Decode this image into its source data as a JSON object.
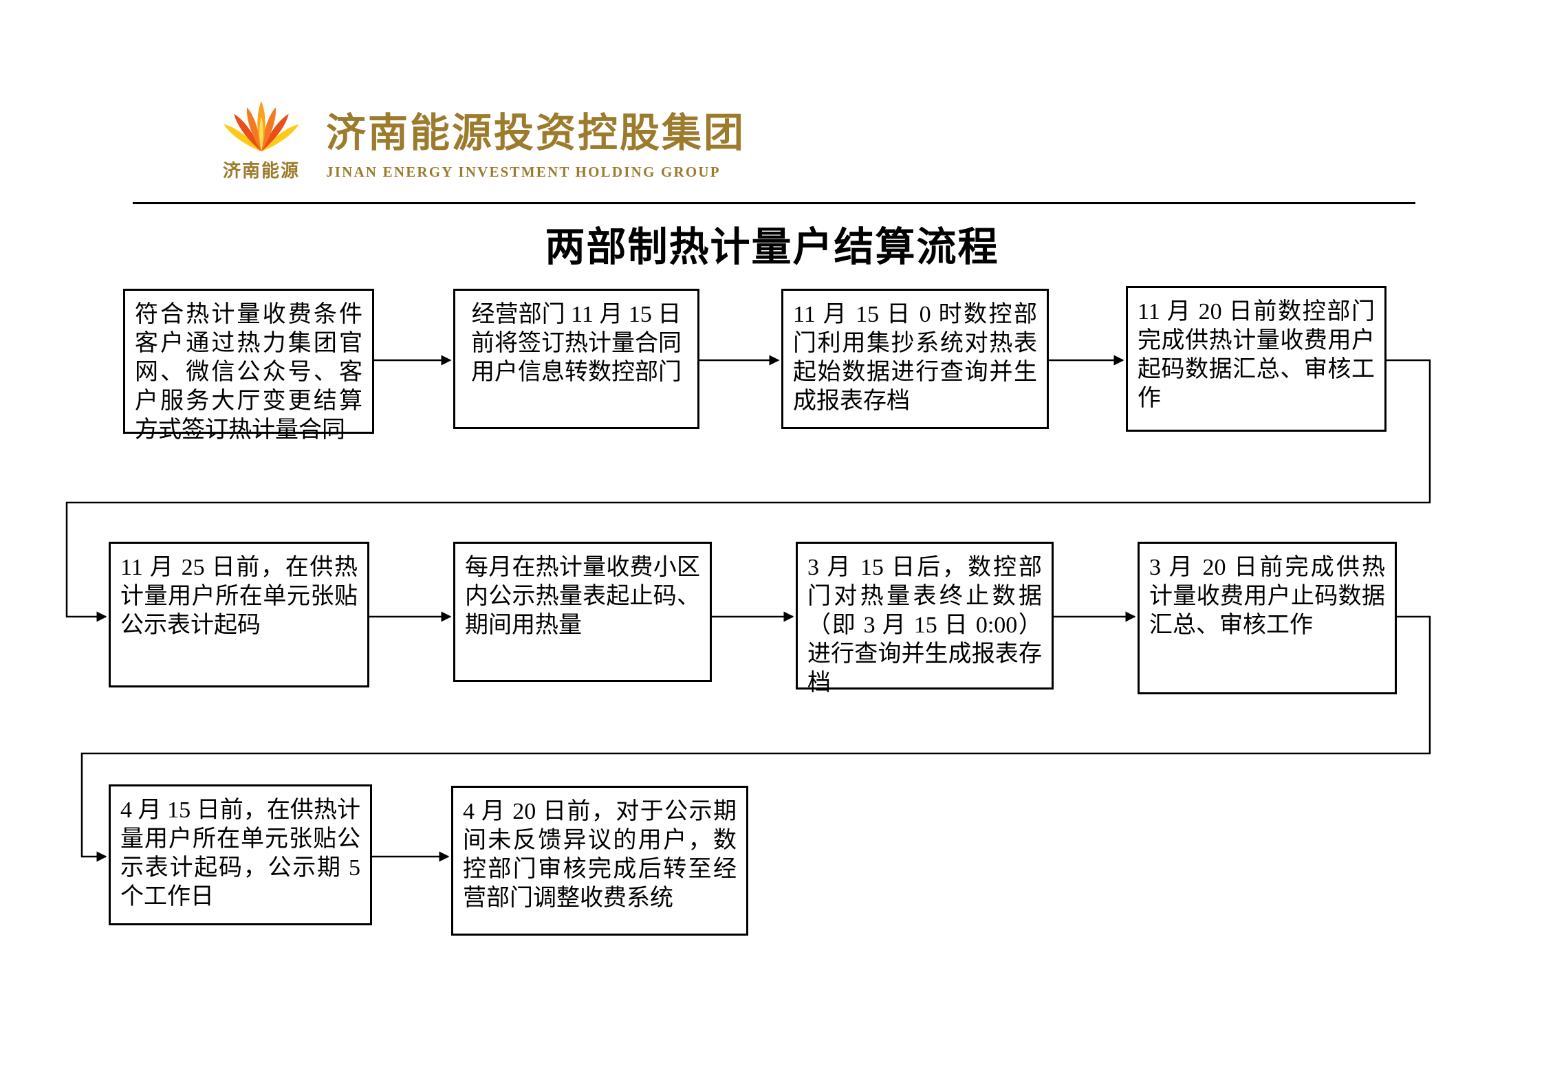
{
  "header": {
    "logo": {
      "icon": "lotus-flower-icon",
      "caption": "济南能源",
      "company_cn": "济南能源投资控股集团",
      "company_en": "JINAN ENERGY INVESTMENT HOLDING GROUP",
      "brand_color": "#9c7b2d"
    }
  },
  "title": "两部制热计量户结算流程",
  "flow": {
    "nodes": [
      {
        "text": "符合热计量收费条件客户通过热力集团官网、微信公众号、客户服务大厅变更结算方式签订热计量合同"
      },
      {
        "text": "经营部门 11 月 15 日前将签订热计量合同用户信息转数控部门"
      },
      {
        "text": "11 月 15 日 0 时数控部门利用集抄系统对热表起始数据进行查询并生成报表存档"
      },
      {
        "text": "11 月 20 日前数控部门完成供热计量收费用户起码数据汇总、审核工作"
      },
      {
        "text": "11 月 25 日前，在供热计量用户所在单元张贴公示表计起码"
      },
      {
        "text": "每月在热计量收费小区内公示热量表起止码、期间用热量"
      },
      {
        "text": "3 月 15 日后，数控部门对热量表终止数据（即 3 月 15 日 0:00）进行查询并生成报表存档"
      },
      {
        "text": "3 月 20 日前完成供热计量收费用户止码数据汇总、审核工作"
      },
      {
        "text": "4 月 15 日前，在供热计量用户所在单元张贴公示表计起码，公示期 5 个工作日"
      },
      {
        "text": "4 月 20 日前，对于公示期间未反馈异议的用户，数控部门审核完成后转至经营部门调整收费系统"
      }
    ],
    "edges": [
      "1->2",
      "2->3",
      "3->4",
      "4->5",
      "5->6",
      "6->7",
      "7->8",
      "8->9",
      "9->10"
    ]
  }
}
